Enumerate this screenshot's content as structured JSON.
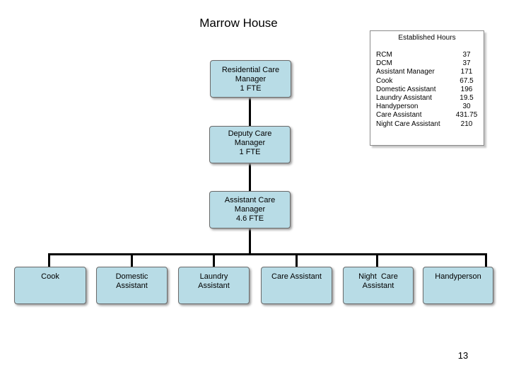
{
  "title": "Marrow House",
  "established_hours": {
    "heading": "Established Hours",
    "rows": [
      {
        "role": "RCM",
        "hours": "37"
      },
      {
        "role": "DCM",
        "hours": "37"
      },
      {
        "role": "Assistant Manager",
        "hours": "171"
      },
      {
        "role": "Cook",
        "hours": "67.5"
      },
      {
        "role": "Domestic Assistant",
        "hours": "196"
      },
      {
        "role": "Laundry Assistant",
        "hours": "19.5"
      },
      {
        "role": "Handyperson",
        "hours": "30"
      },
      {
        "role": "Care Assistant",
        "hours": "431.75"
      },
      {
        "role": "Night Care Assistant",
        "hours": "210"
      }
    ]
  },
  "org": {
    "rcm": {
      "line1": "Residential Care",
      "line2": "Manager",
      "line3": "1 FTE"
    },
    "dcm": {
      "line1": "Deputy Care",
      "line2": "Manager",
      "line3": "1 FTE"
    },
    "acm": {
      "line1": "Assistant Care",
      "line2": "Manager",
      "line3": "4.6 FTE"
    },
    "staff": [
      {
        "line1": "Cook",
        "line2": ""
      },
      {
        "line1": "Domestic",
        "line2": "Assistant"
      },
      {
        "line1": "Laundry",
        "line2": "Assistant"
      },
      {
        "line1": "Care Assistant",
        "line2": ""
      },
      {
        "line1": "Night  Care",
        "line2": "Assistant"
      },
      {
        "line1": "Handyperson",
        "line2": ""
      }
    ]
  },
  "page_number": "13"
}
